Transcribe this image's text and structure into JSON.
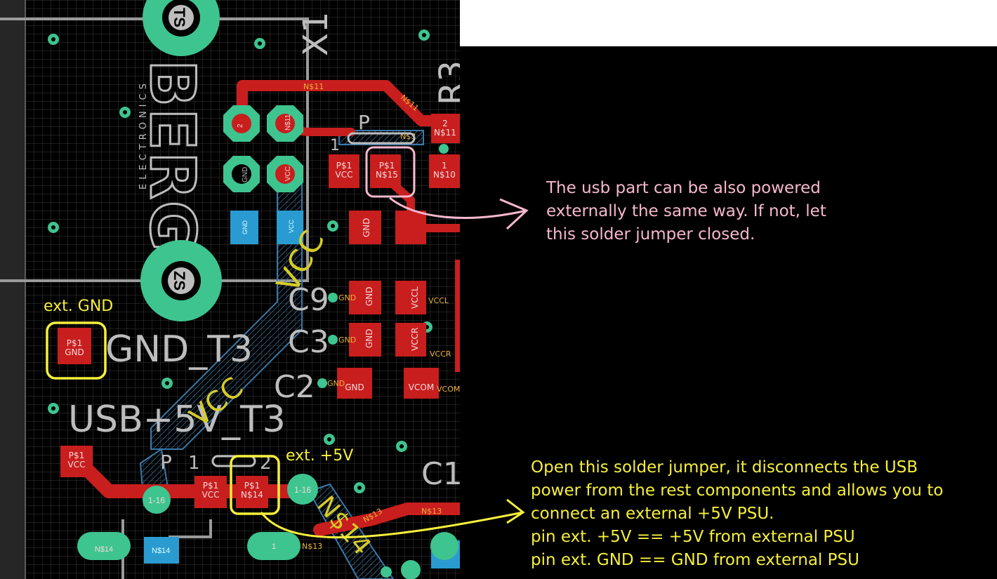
{
  "board": {
    "logo_text": "BERG",
    "logo_sub": "ELECTRONICS",
    "silk": {
      "x1": "X1",
      "r3": "R3",
      "c9": "C9",
      "c3": "C3",
      "c2": "C2",
      "c1": "C1",
      "gnd_t3": "GND_T3",
      "usb5v_t3": "USB+5V_T3",
      "vcc_trace": "VCC",
      "p1": "P",
      "p1_num1": "1",
      "p2": "P",
      "p2_num1": "1",
      "p2_num2": "2",
      "ts": "TS",
      "zs": "ZS"
    },
    "nets": {
      "ns11": "N$11",
      "ns11b": "N$11",
      "ns3": "N$3",
      "ns13": "N$13",
      "ns13b": "N$13",
      "ns14": "N$14",
      "ns14_trace": "N$14",
      "ns14b": "N$14",
      "ns15": "N$15",
      "ns10": "N$10",
      "vccl": "VCCL",
      "vccr": "VCCR",
      "vcom": "VCOM",
      "gnd1": "GND",
      "gnd2": "GND",
      "gnd3": "GND"
    },
    "pads": {
      "p1": "P$1",
      "vcc": "VCC",
      "gnd": "GND",
      "n1": "1",
      "n2": "2",
      "via116": "1-16"
    }
  },
  "labels": {
    "ext_gnd": "ext. GND",
    "ext_5v": "ext. +5V"
  },
  "notes": {
    "usb_lines": [
      "The usb part can be also powered",
      "externally the same way. If not, let",
      "this solder jumper closed."
    ],
    "jumper_lines": [
      "Open this solder jumper, it disconnects the USB",
      "power from the rest components and allows you to",
      "connect an external +5V PSU.",
      "pin ext. +5V == +5V from external PSU",
      "pin ext. GND == GND from external PSU"
    ]
  },
  "colors": {
    "background": "#000000",
    "copper_top": "#c81e1e",
    "pad_text": "#f3d8d8",
    "copper_bottom": "#2a9bd0",
    "silkscreen": "#bdbdbd",
    "via_ring": "#3ec48f",
    "usb_note": "#f7b8cc",
    "jumper_note": "#f6ef3c"
  }
}
